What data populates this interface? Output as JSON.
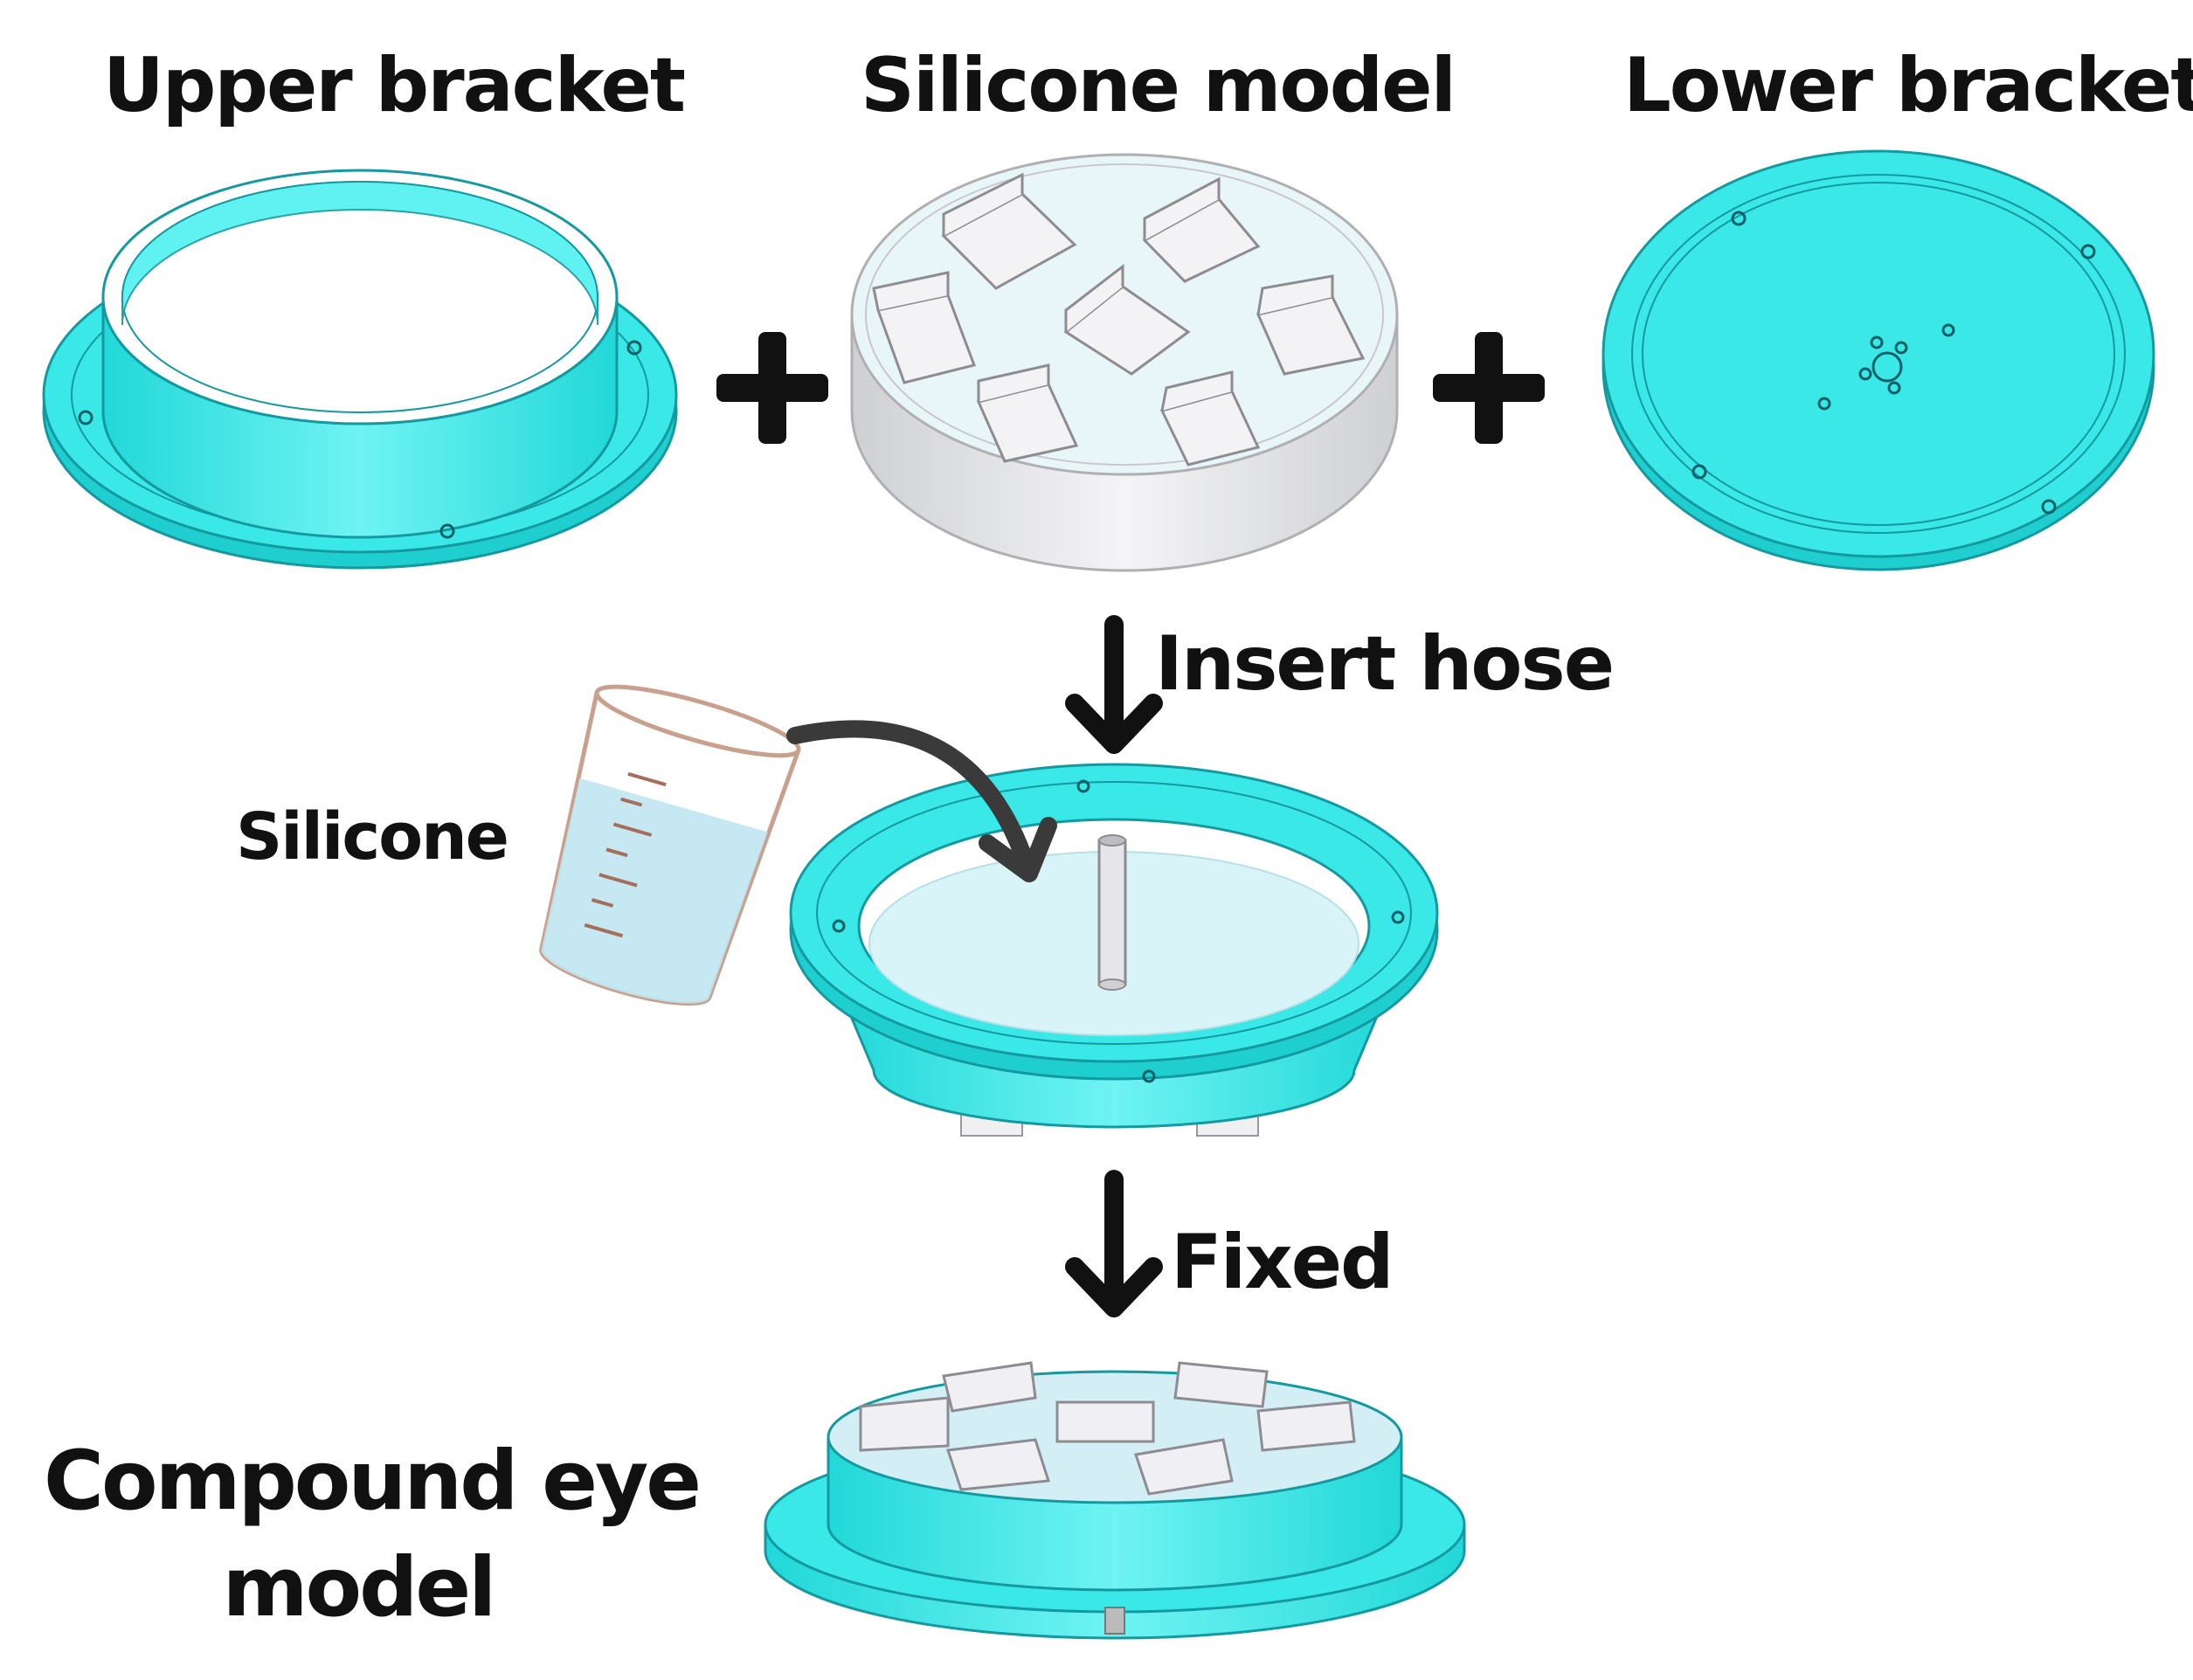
{
  "labels": {
    "upper_bracket": "Upper bracket",
    "silicone_model": "Silicone model",
    "lower_bracket": "Lower bracket",
    "insert_hose": "Insert hose",
    "silicone": "Silicone",
    "fixed": "Fixed",
    "compound_eye_line1": "Compound eye",
    "compound_eye_line2": "model"
  },
  "colors": {
    "bracket_cyan": "#33e6e6",
    "bracket_edge": "#1aa8a8",
    "silicone_gray": "#e4e4e6",
    "liquid_blue": "#cfeff7",
    "arrow_black": "#111111"
  }
}
